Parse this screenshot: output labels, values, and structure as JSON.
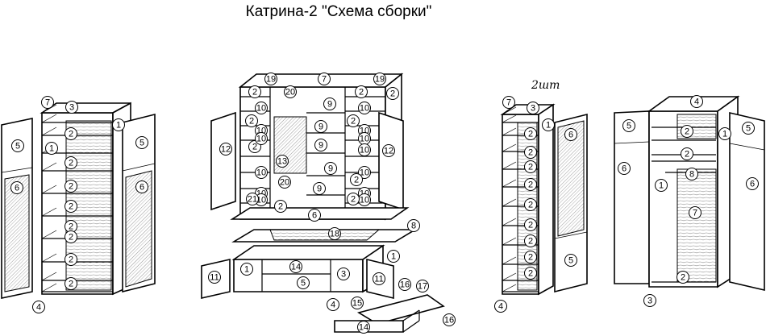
{
  "title": "Катрина-2 \"Схема сборки\"",
  "quantity_note": "2шт",
  "assemblies": [
    {
      "id": "left-wardrobe",
      "callouts": [
        "7",
        "3",
        "2",
        "1",
        "5",
        "1",
        "2",
        "2",
        "2",
        "2",
        "2",
        "2",
        "2",
        "5",
        "6",
        "6",
        "4"
      ]
    },
    {
      "id": "center-unit",
      "callouts": [
        "19",
        "7",
        "19",
        "2",
        "20",
        "2",
        "2",
        "10",
        "9",
        "10",
        "10",
        "10",
        "2",
        "2",
        "2",
        "9",
        "10",
        "10",
        "9",
        "10",
        "12",
        "12",
        "10",
        "13",
        "9",
        "10",
        "10",
        "20",
        "10",
        "10",
        "9",
        "10",
        "2",
        "21",
        "2",
        "6",
        "2",
        "8",
        "18",
        "1",
        "1",
        "14",
        "3",
        "11",
        "5",
        "11",
        "4",
        "16",
        "17",
        "15",
        "16",
        "14"
      ]
    },
    {
      "id": "right-wardrobe",
      "callouts": [
        "7",
        "3",
        "1",
        "2",
        "2",
        "2",
        "2",
        "2",
        "2",
        "2",
        "2",
        "2",
        "6",
        "5",
        "4"
      ]
    },
    {
      "id": "corner-wardrobe",
      "callouts": [
        "4",
        "5",
        "5",
        "2",
        "1",
        "2",
        "8",
        "6",
        "1",
        "6",
        "7",
        "2",
        "3"
      ]
    }
  ],
  "colors": {
    "line": "#000000",
    "background": "#ffffff"
  }
}
